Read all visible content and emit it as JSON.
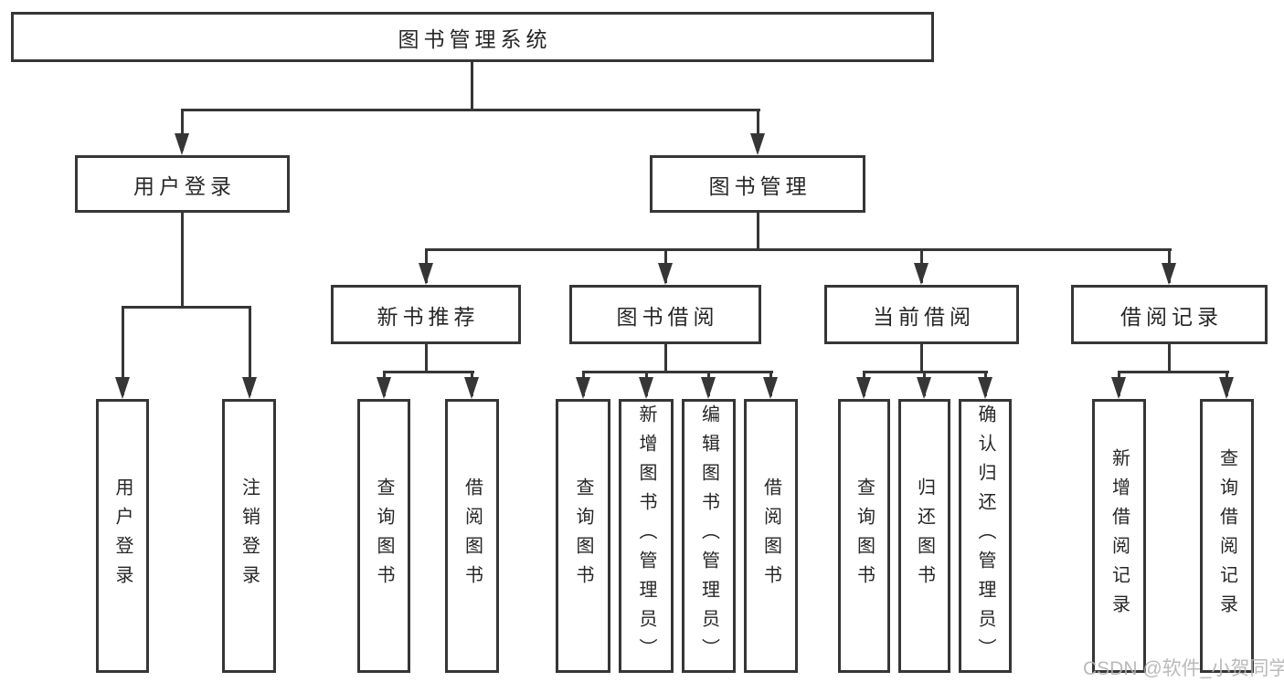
{
  "nodes": {
    "root": {
      "label": "图书管理系统"
    },
    "user_login": {
      "label": "用户登录",
      "leaves": [
        "用户登录",
        "注销登录"
      ]
    },
    "book_mgmt": {
      "label": "图书管理"
    },
    "new_book": {
      "label": "新书推荐",
      "leaves": [
        "查询图书",
        "借阅图书"
      ]
    },
    "borrow": {
      "label": "图书借阅",
      "leaves": [
        "查询图书",
        "新增图书（管理员）",
        "编辑图书（管理员）",
        "借阅图书"
      ]
    },
    "current": {
      "label": "当前借阅",
      "leaves": [
        "查询图书",
        "归还图书",
        "确认归还（管理员）"
      ]
    },
    "records": {
      "label": "借阅记录",
      "leaves": [
        "新增借阅记录",
        "查询借阅记录"
      ]
    }
  },
  "watermark": "CSDN @软件_小贺同学",
  "colors": {
    "line": "#363636",
    "text": "#262626",
    "watermark": "#b3b3b3",
    "background": "#ffffff"
  }
}
